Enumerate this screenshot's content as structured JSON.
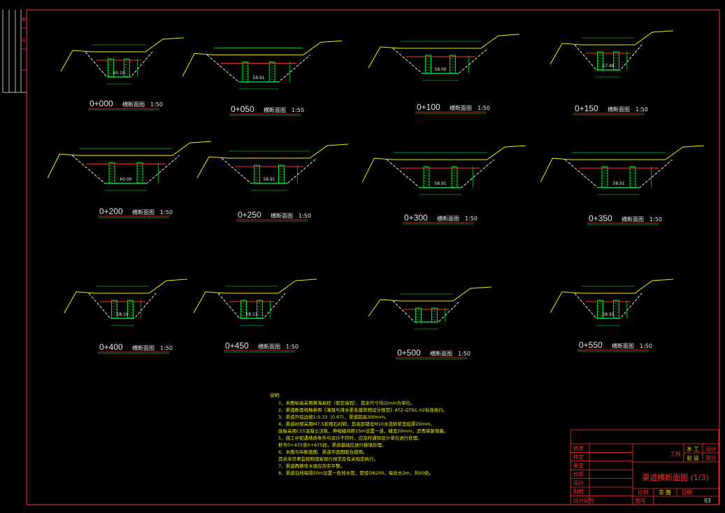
{
  "drawing": {
    "title": "渠道横断面图 (1/3)",
    "sheet_no": "03"
  },
  "sections": [
    {
      "label": "0+000",
      "caption": "横断面图",
      "scale": "1:50",
      "bottom": "60.10",
      "shape": "lined"
    },
    {
      "label": "0+050",
      "caption": "横断面图",
      "scale": "1:50",
      "bottom": "58.91",
      "shape": "slope"
    },
    {
      "label": "0+100",
      "caption": "横断面图",
      "scale": "1:50",
      "bottom": "58.00",
      "shape": "slope"
    },
    {
      "label": "0+150",
      "caption": "横断面图",
      "scale": "1:50",
      "bottom": "57.49",
      "shape": "lined"
    },
    {
      "label": "0+200",
      "caption": "横断面图",
      "scale": "1:50",
      "bottom": "60.00",
      "shape": "slope"
    },
    {
      "label": "0+250",
      "caption": "横断面图",
      "scale": "1:50",
      "bottom": "58.91",
      "shape": "slope"
    },
    {
      "label": "0+300",
      "caption": "横断面图",
      "scale": "1:50",
      "bottom": "58.91",
      "shape": "slope"
    },
    {
      "label": "0+350",
      "caption": "横断面图",
      "scale": "1:50",
      "bottom": "58.91",
      "shape": "slope"
    },
    {
      "label": "0+400",
      "caption": "横断面图",
      "scale": "1:50",
      "bottom": "58.10",
      "shape": "lined"
    },
    {
      "label": "0+450",
      "caption": "横断面图",
      "scale": "1:50",
      "bottom": "58.11",
      "shape": "lined"
    },
    {
      "label": "0+500",
      "caption": "横断面图",
      "scale": "1:50",
      "bottom": "",
      "shape": "small"
    },
    {
      "label": "0+550",
      "caption": "横断面图",
      "scale": "1:50",
      "bottom": "58.91",
      "shape": "lined"
    }
  ],
  "notes": {
    "heading": "说明:",
    "lines": [
      "1、本图标高采用黄海高程（假定高程），其余尺寸均以mm为单位。",
      "2、渠道断面规格参照《灌溉与排水渠系建筑物设计规范》ATZ-QTSC-02标准执行。",
      "3、渠道开挖边坡1:0.33（0.67），渠道超高300mm。",
      "4、渠道衬砌采用M7.5浆砌石衬砌，其底部铺设M10水泥砂浆垫层厚20mm，",
      "   底板采用C15混凝土浇筑，伸缩缝间距15m设置一道，缝宽20mm，沥青麻絮填塞。",
      "5、施工中如遇地质条件与设计不符时，应及时通知设计单位进行处理。",
      "   桩号0+475至0+675段，渠道基础应进行换填处理。",
      "6、本图与纵断面图、渠道平面图配合使用。",
      "   其余未尽事宜按照国家现行规范及有关规定执行。",
      "7、渠道两侧背水坡应夯实平整。",
      "8、渠道沿线每隔50m设置一处排水管，管径DN200，每处长2m，共50处。"
    ]
  },
  "title_block": {
    "rows_left": [
      "批准",
      "核定",
      "审查",
      "校核",
      "设计",
      "制图",
      "设计证号"
    ],
    "project_label": "工程",
    "discipline_labels": [
      "水 工",
      "设计"
    ],
    "phase_labels": [
      "初 设",
      "部分"
    ],
    "bottom_labels": [
      "比例",
      "见 图",
      "日期"
    ],
    "sheet_label": "图号"
  },
  "left_strip": {
    "labels": [
      "图",
      "号"
    ]
  }
}
